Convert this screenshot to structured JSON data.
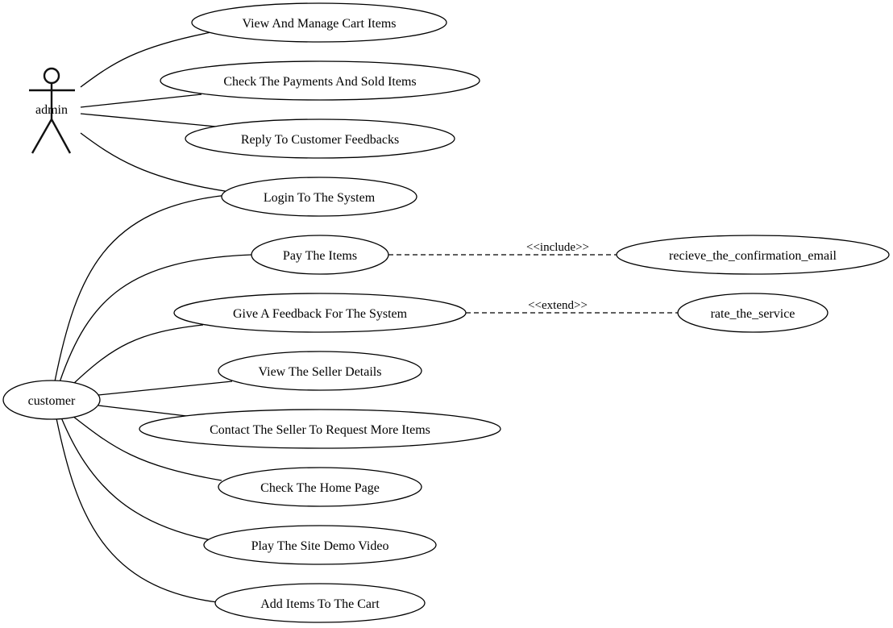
{
  "diagram": {
    "actors": {
      "admin": "admin",
      "customer": "customer"
    },
    "use_cases": {
      "view_cart": "View And Manage Cart Items",
      "check_payments": "Check The Payments And Sold Items",
      "reply_feedbacks": "Reply To Customer Feedbacks",
      "login": "Login To The System",
      "pay_items": "Pay The Items",
      "give_feedback": "Give A Feedback For The System",
      "view_seller": "View The Seller Details",
      "contact_seller": "Contact The Seller To Request More Items",
      "home_page": "Check The Home Page",
      "demo_video": "Play The Site Demo Video",
      "add_items": "Add Items To The Cart",
      "confirmation_email": "recieve_the_confirmation_email",
      "rate_service": "rate_the_service"
    },
    "relations": {
      "include": "<<include>>",
      "extend": "<<extend>>"
    }
  }
}
